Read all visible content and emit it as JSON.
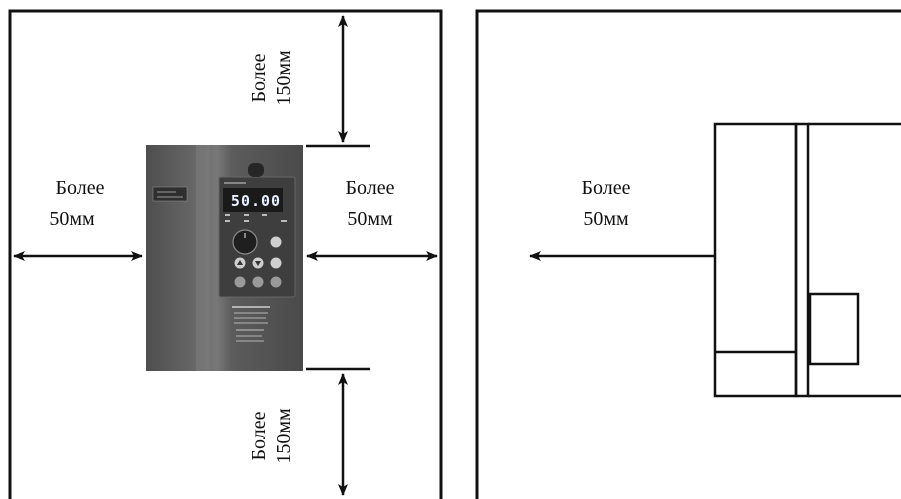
{
  "labels": {
    "top_line1": "Более",
    "top_line2": "150мм",
    "bottom_line1": "Более",
    "bottom_line2": "150мм",
    "left_line1": "Более",
    "left_line2": "50мм",
    "right_line1": "Более",
    "right_line2": "50мм",
    "side_line1": "Более",
    "side_line2": "50мм"
  },
  "device": {
    "display_value": "50.00"
  },
  "colors": {
    "line": "#111111",
    "device_body": "#5a5a5a",
    "device_panel": "#3f3f3f",
    "display": "#1a1a1a"
  }
}
